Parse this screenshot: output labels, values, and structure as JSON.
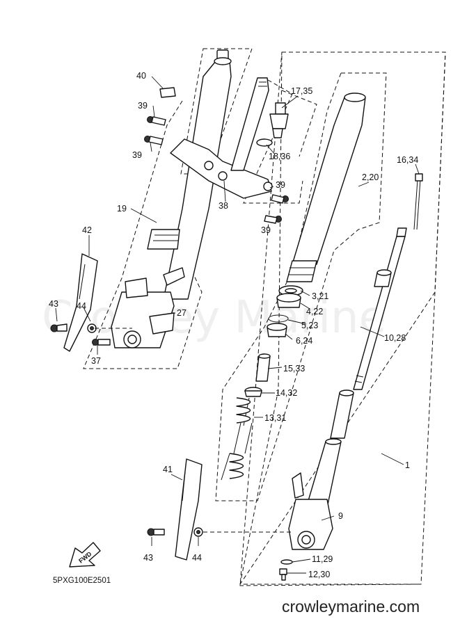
{
  "labels": {
    "l40": "40",
    "l39a": "39",
    "l39b": "39",
    "l39c": "39",
    "l39d": "39",
    "l38": "38",
    "l19": "19",
    "l42": "42",
    "l43a": "43",
    "l44a": "44",
    "l27": "27",
    "l37": "37",
    "l1735": "17,35",
    "l1836": "18,36",
    "l220": "2,20",
    "l1634": "16,34",
    "l321": "3,21",
    "l422": "4,22",
    "l523": "5,23",
    "l624": "6,24",
    "l1028": "10,28",
    "l1533": "15,33",
    "l1432": "14,32",
    "l1331": "13,31",
    "l1": "1",
    "l41": "41",
    "l9": "9",
    "l43b": "43",
    "l44b": "44",
    "l1129": "11,29",
    "l1230": "12,30"
  },
  "fwd_label": "FWD",
  "diagram_code": "5PXG100E2501",
  "watermark": "Crowley Marine",
  "website": "crowleymarine.com"
}
